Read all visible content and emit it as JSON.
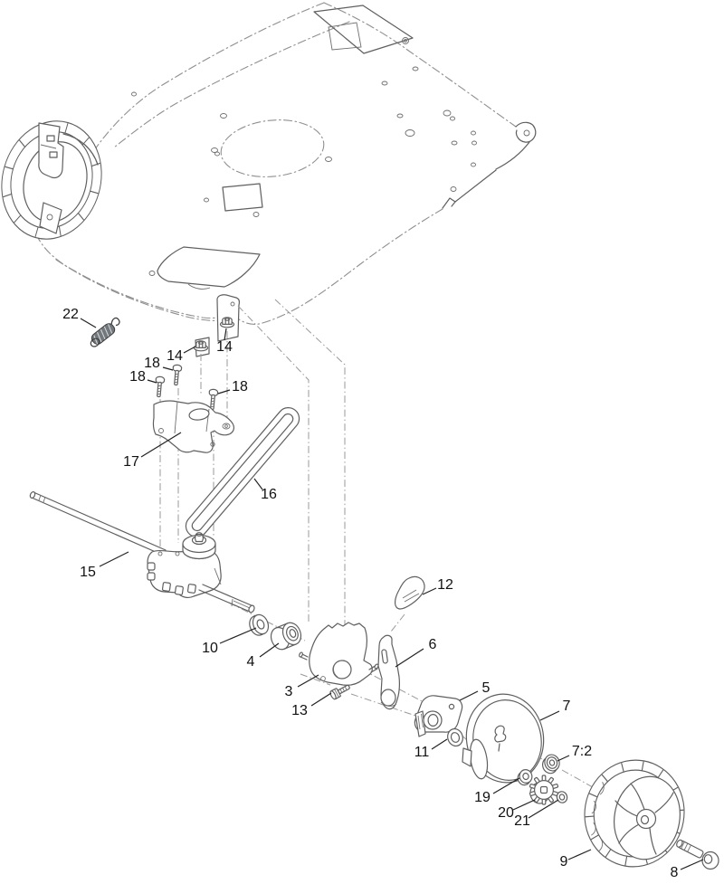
{
  "diagram": {
    "kind": "exploded-parts-diagram",
    "colors": {
      "background": "#ffffff",
      "line": "#5f5f5f",
      "phantom_line": "#8f8f8f",
      "label": "#111111",
      "spring_fill": "#73787d"
    },
    "callouts": [
      {
        "part": "tension-spring",
        "label": "22"
      },
      {
        "part": "screw-top",
        "label": "18"
      },
      {
        "part": "screw-left",
        "label": "18"
      },
      {
        "part": "screw-right",
        "label": "18"
      },
      {
        "part": "flange-nut-left",
        "label": "14"
      },
      {
        "part": "flange-nut-right",
        "label": "14"
      },
      {
        "part": "idler-bracket",
        "label": "17"
      },
      {
        "part": "drive-belt",
        "label": "16"
      },
      {
        "part": "axle-shaft",
        "label": "15"
      },
      {
        "part": "spacer-washer",
        "label": "10"
      },
      {
        "part": "bushing",
        "label": "4"
      },
      {
        "part": "gear-cover",
        "label": "3"
      },
      {
        "part": "carriage-bolt",
        "label": "13"
      },
      {
        "part": "shift-lever",
        "label": "12"
      },
      {
        "part": "pivot-arm",
        "label": "6"
      },
      {
        "part": "side-plate",
        "label": "5"
      },
      {
        "part": "lock-washer",
        "label": "11"
      },
      {
        "part": "dust-cover",
        "label": "7"
      },
      {
        "part": "cover-washer",
        "label": "7:2"
      },
      {
        "part": "flat-washer",
        "label": "19"
      },
      {
        "part": "pinion-gear",
        "label": "20"
      },
      {
        "part": "retaining-ring",
        "label": "21"
      },
      {
        "part": "rear-wheel",
        "label": "9"
      },
      {
        "part": "wheel-bolt",
        "label": "8"
      }
    ]
  }
}
